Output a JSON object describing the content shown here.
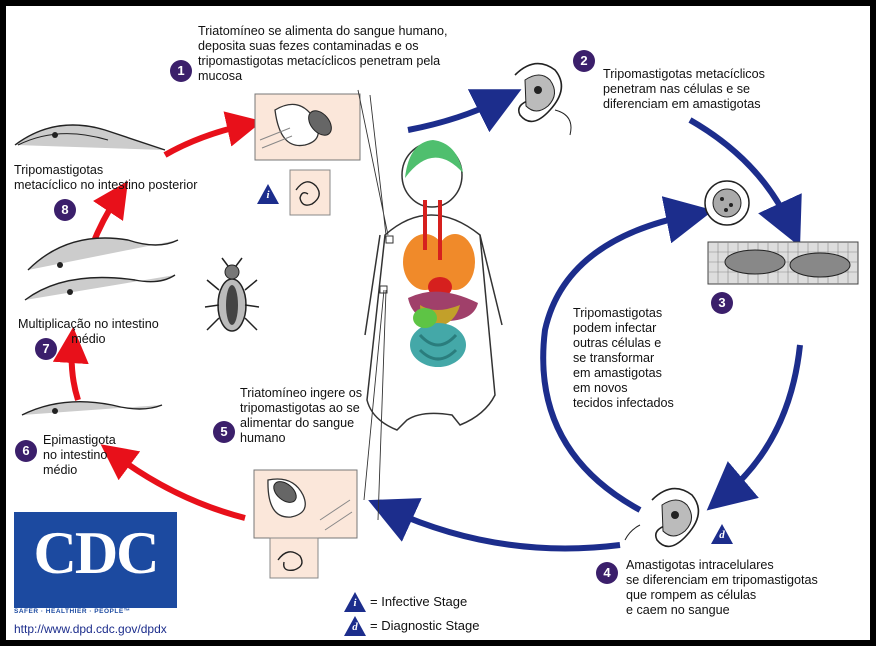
{
  "steps": {
    "s1": {
      "num": "1",
      "text": "Triatomíneo se alimenta do sangue humano,\ndeposita suas fezes contaminadas e os\ntripomastigotas metacíclicos penetram pela\nmucosa"
    },
    "s2": {
      "num": "2",
      "text": "Tripomastigotas metacíclicos\npenetram nas células e se\ndiferenciam em amastigotas"
    },
    "s3": {
      "num": "3"
    },
    "s4": {
      "num": "4",
      "text": "Amastigotas intracelulares\nse diferenciam em tripomastigotas\nque rompem as células\ne caem no sangue"
    },
    "s5": {
      "num": "5",
      "text": "Triatomíneo ingere os\ntripomastigotas ao se\nalimentar do sangue\nhumano"
    },
    "s6": {
      "num": "6",
      "text": "Epimastigota\nno intestino\nmédio"
    },
    "s7": {
      "num": "7",
      "text": "Multiplicação no intestino\nmédio"
    },
    "s8": {
      "num": "8",
      "text": "Tripomastigotas\nmetacíclico no intestino posterior"
    }
  },
  "center_text": "Tripomastigotas\npodem infectar\noutras células e\nse transformar\nem amastigotas\nem novos\ntecidos infectados",
  "markers": {
    "infective": "i",
    "diagnostic": "d"
  },
  "legend": {
    "infective": "= Infective Stage",
    "diagnostic": "= Diagnostic Stage"
  },
  "cdc": {
    "logo": "CDC",
    "tagline": "SAFER · HEALTHIER · PEOPLE™",
    "url": "http://www.dpd.cdc.gov/dpdx"
  },
  "colors": {
    "human_cycle_arrow": "#1c2d8c",
    "vector_cycle_arrow": "#e8101a",
    "step_badge": "#3b1f6b"
  }
}
